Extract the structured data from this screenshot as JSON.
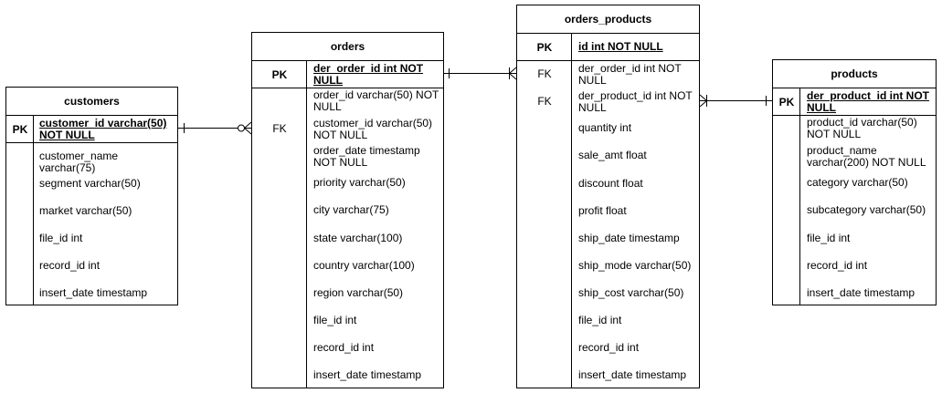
{
  "customers": {
    "title": "customers",
    "pk_label": "PK",
    "pk_field": "customer_id varchar(50) NOT NULL",
    "fields": [
      "customer_name varchar(75)",
      "segment varchar(50)",
      "market varchar(50)",
      "file_id int",
      "record_id int",
      "insert_date timestamp"
    ]
  },
  "orders": {
    "title": "orders",
    "pk_label": "PK",
    "pk_field": "der_order_id int NOT NULL",
    "fk_label": "FK",
    "fields": [
      "order_id varchar(50) NOT NULL",
      "customer_id varchar(50) NOT NULL",
      "order_date timestamp NOT NULL",
      "priority varchar(50)",
      "city varchar(75)",
      "state varchar(100)",
      "country varchar(100)",
      "region varchar(50)",
      "file_id int",
      "record_id int",
      "insert_date timestamp"
    ]
  },
  "orders_products": {
    "title": "orders_products",
    "pk_label": "PK",
    "pk_field": "id int NOT NULL",
    "fk_labels": [
      "FK",
      "FK"
    ],
    "fields": [
      "der_order_id int NOT NULL",
      "der_product_id int NOT NULL",
      "quantity int",
      "sale_amt float",
      "discount float",
      "profit float",
      "ship_date timestamp",
      "ship_mode varchar(50)",
      "ship_cost varchar(50)",
      "file_id int",
      "record_id int",
      "insert_date timestamp"
    ]
  },
  "products": {
    "title": "products",
    "pk_label": "PK",
    "pk_field": "der_product_id int NOT NULL",
    "fields": [
      "product_id varchar(50) NOT NULL",
      "product_name varchar(200) NOT NULL",
      "category varchar(50)",
      "subcategory varchar(50)",
      "file_id int",
      "record_id int",
      "insert_date timestamp"
    ]
  },
  "relationships": [
    {
      "from": "customers.customer_id",
      "to": "orders.customer_id",
      "from_end": "one",
      "to_end": "zero-or-many"
    },
    {
      "from": "orders.der_order_id",
      "to": "orders_products.der_order_id",
      "from_end": "one",
      "to_end": "one-or-many"
    },
    {
      "from": "orders_products.der_product_id",
      "to": "products.der_product_id",
      "from_end": "one-or-many",
      "to_end": "one"
    }
  ]
}
